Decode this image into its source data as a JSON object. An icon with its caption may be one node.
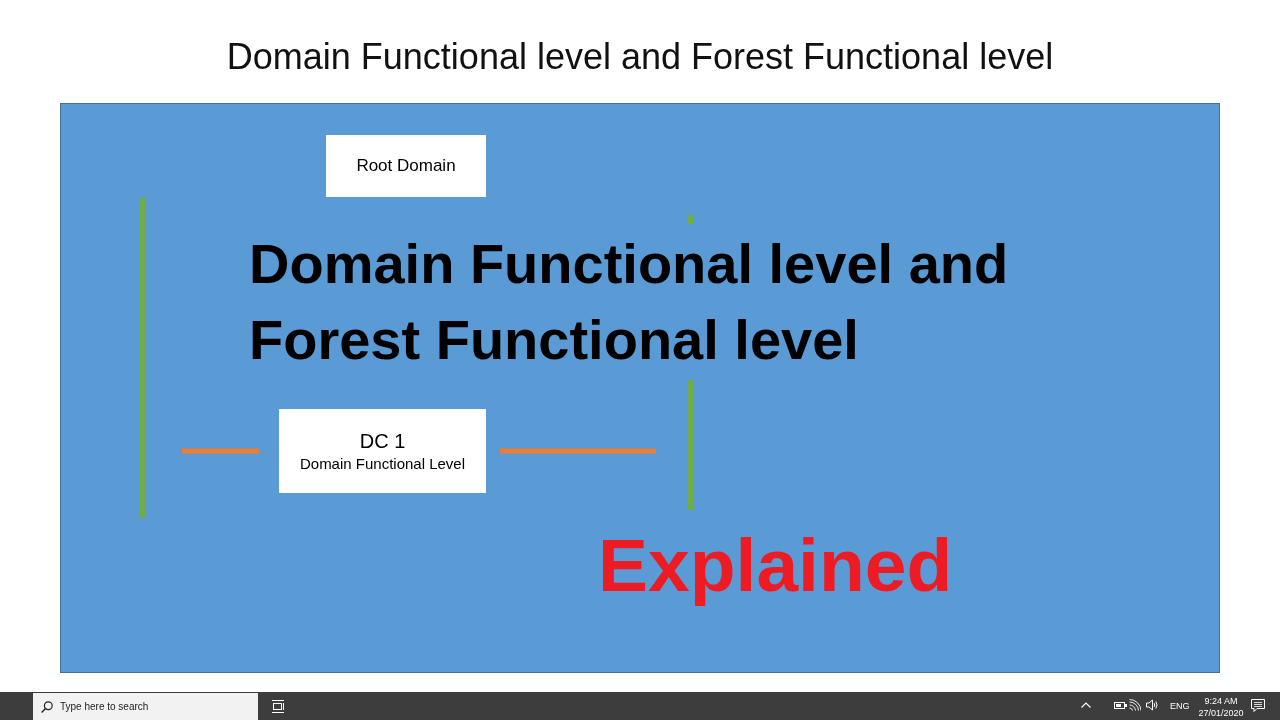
{
  "diagram": {
    "title": "Domain Functional level and Forest Functional level",
    "nodes": [
      {
        "text": [
          "Root Domain"
        ]
      },
      {
        "text": [
          "DC 1",
          "Domain Functional Level"
        ]
      }
    ],
    "labels": [
      "Domain Functional level and Forest Functional level",
      "Explained",
      "Type here to search",
      "ENG",
      "9:24 AM",
      "27/01/2020"
    ]
  }
}
